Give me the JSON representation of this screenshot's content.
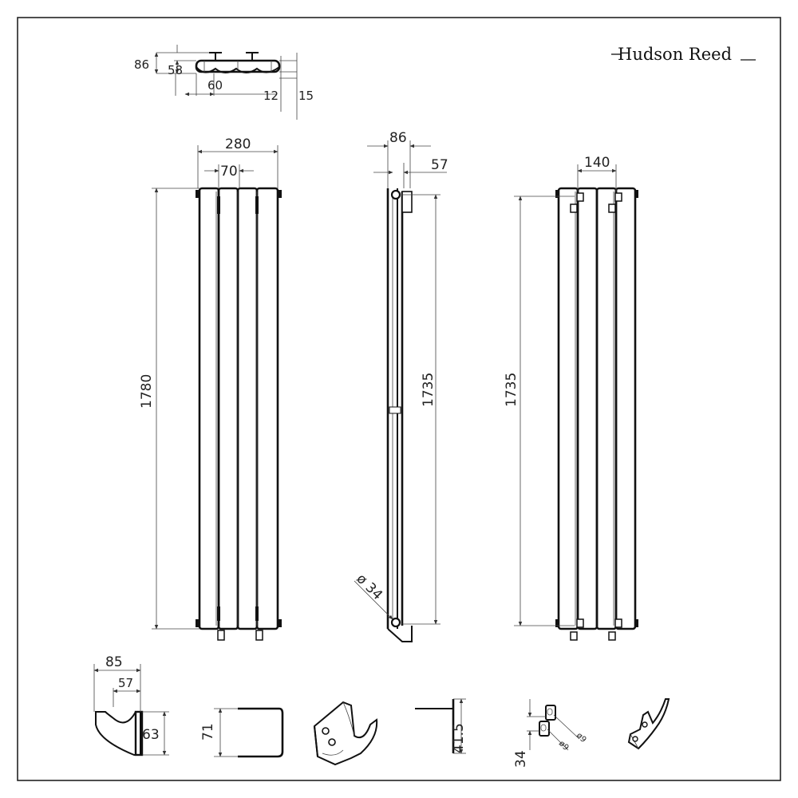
{
  "brand": {
    "name": "Hudson Reed"
  },
  "top_view": {
    "dims": {
      "depth_total": "86",
      "depth_pipe": "58",
      "pipe_spacing": "60",
      "offset_a": "12",
      "offset_b": "15"
    }
  },
  "front_view": {
    "dims": {
      "width": "280",
      "column_spacing": "70",
      "height": "1780"
    }
  },
  "side_view": {
    "dims": {
      "depth": "86",
      "wall_gap": "57",
      "height": "1735",
      "pipe_diameter": "ø 34"
    }
  },
  "rear_view": {
    "dims": {
      "bracket_spacing": "140",
      "height": "1735"
    }
  },
  "details": {
    "bracket": {
      "width": "85",
      "gap": "57",
      "height": "63"
    },
    "cover": {
      "height": "71"
    },
    "clip": {
      "height": "41.5"
    },
    "plate": {
      "height": "34",
      "hole_a": "ø9",
      "hole_b": "ø9"
    }
  }
}
